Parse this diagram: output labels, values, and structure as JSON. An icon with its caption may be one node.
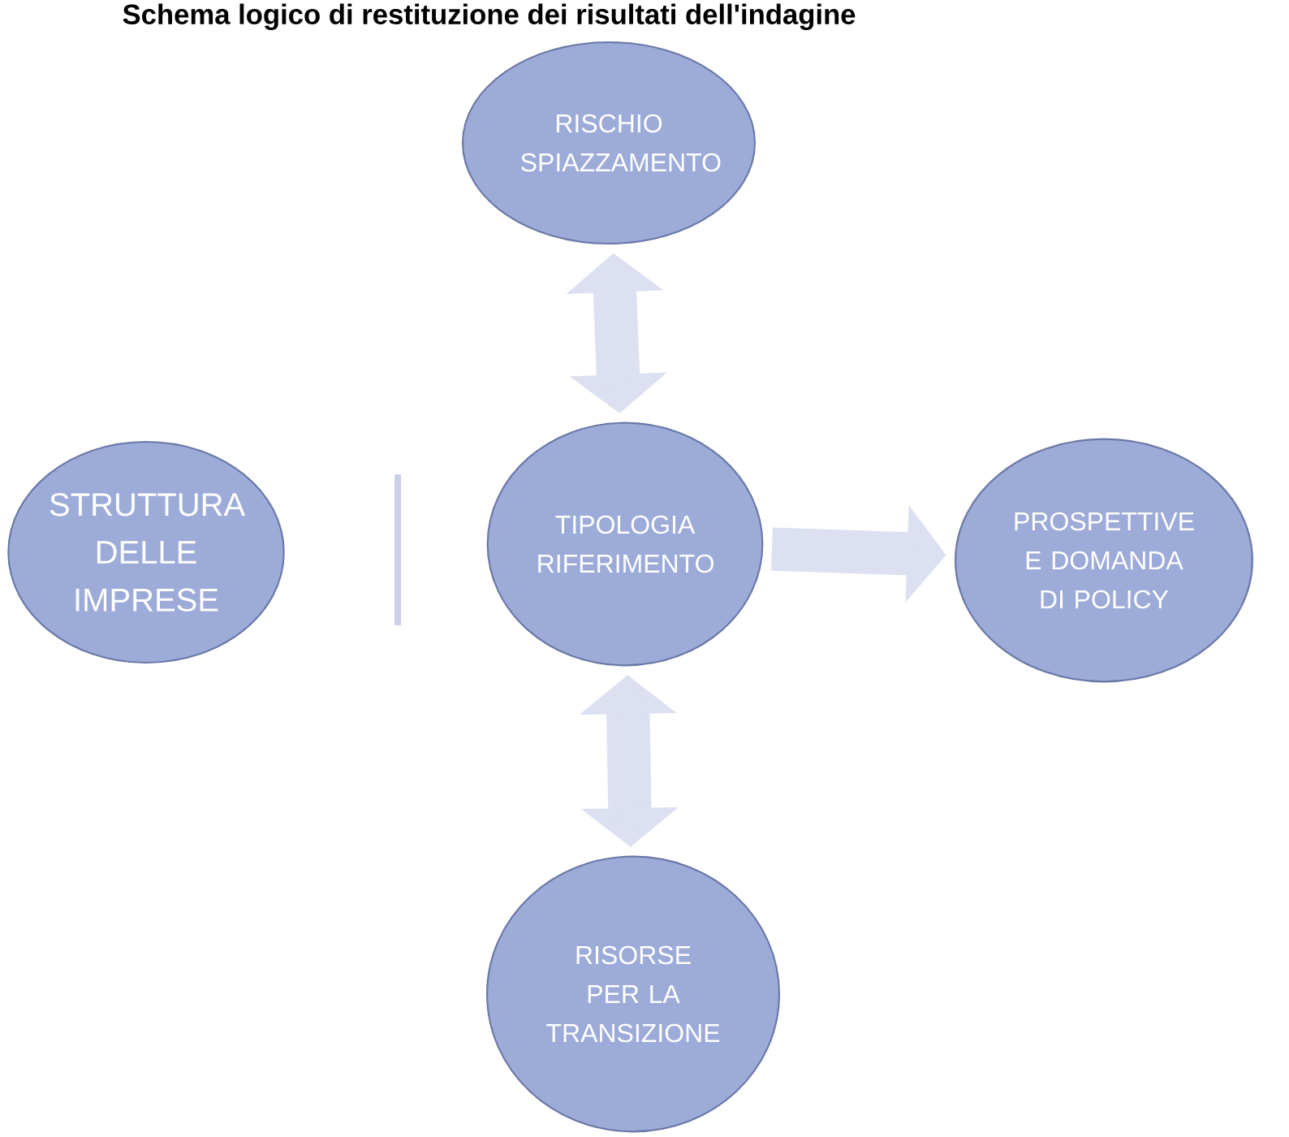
{
  "diagram": {
    "title": "Schema logico di restituzione dei risultati dell'indagine",
    "nodes": [
      {
        "text": [
          "RISCHIO SPIAZZAMENTO"
        ]
      },
      {
        "text": [
          "STRUTTURA DELLE IMPRESE"
        ]
      },
      {
        "text": [
          "TIPOLOGIA RIFERIMENTO"
        ]
      },
      {
        "text": [
          "PROSPETTIVE E DOMANDA DI POLICY"
        ]
      },
      {
        "text": [
          "RISORSE PER LA TRANSIZIONE"
        ]
      }
    ],
    "edges": [
      {
        "from": 0,
        "to": 2,
        "arrow": "both"
      },
      {
        "from": 2,
        "to": 3,
        "arrow": "to"
      },
      {
        "from": 2,
        "to": 4,
        "arrow": "both"
      }
    ]
  }
}
